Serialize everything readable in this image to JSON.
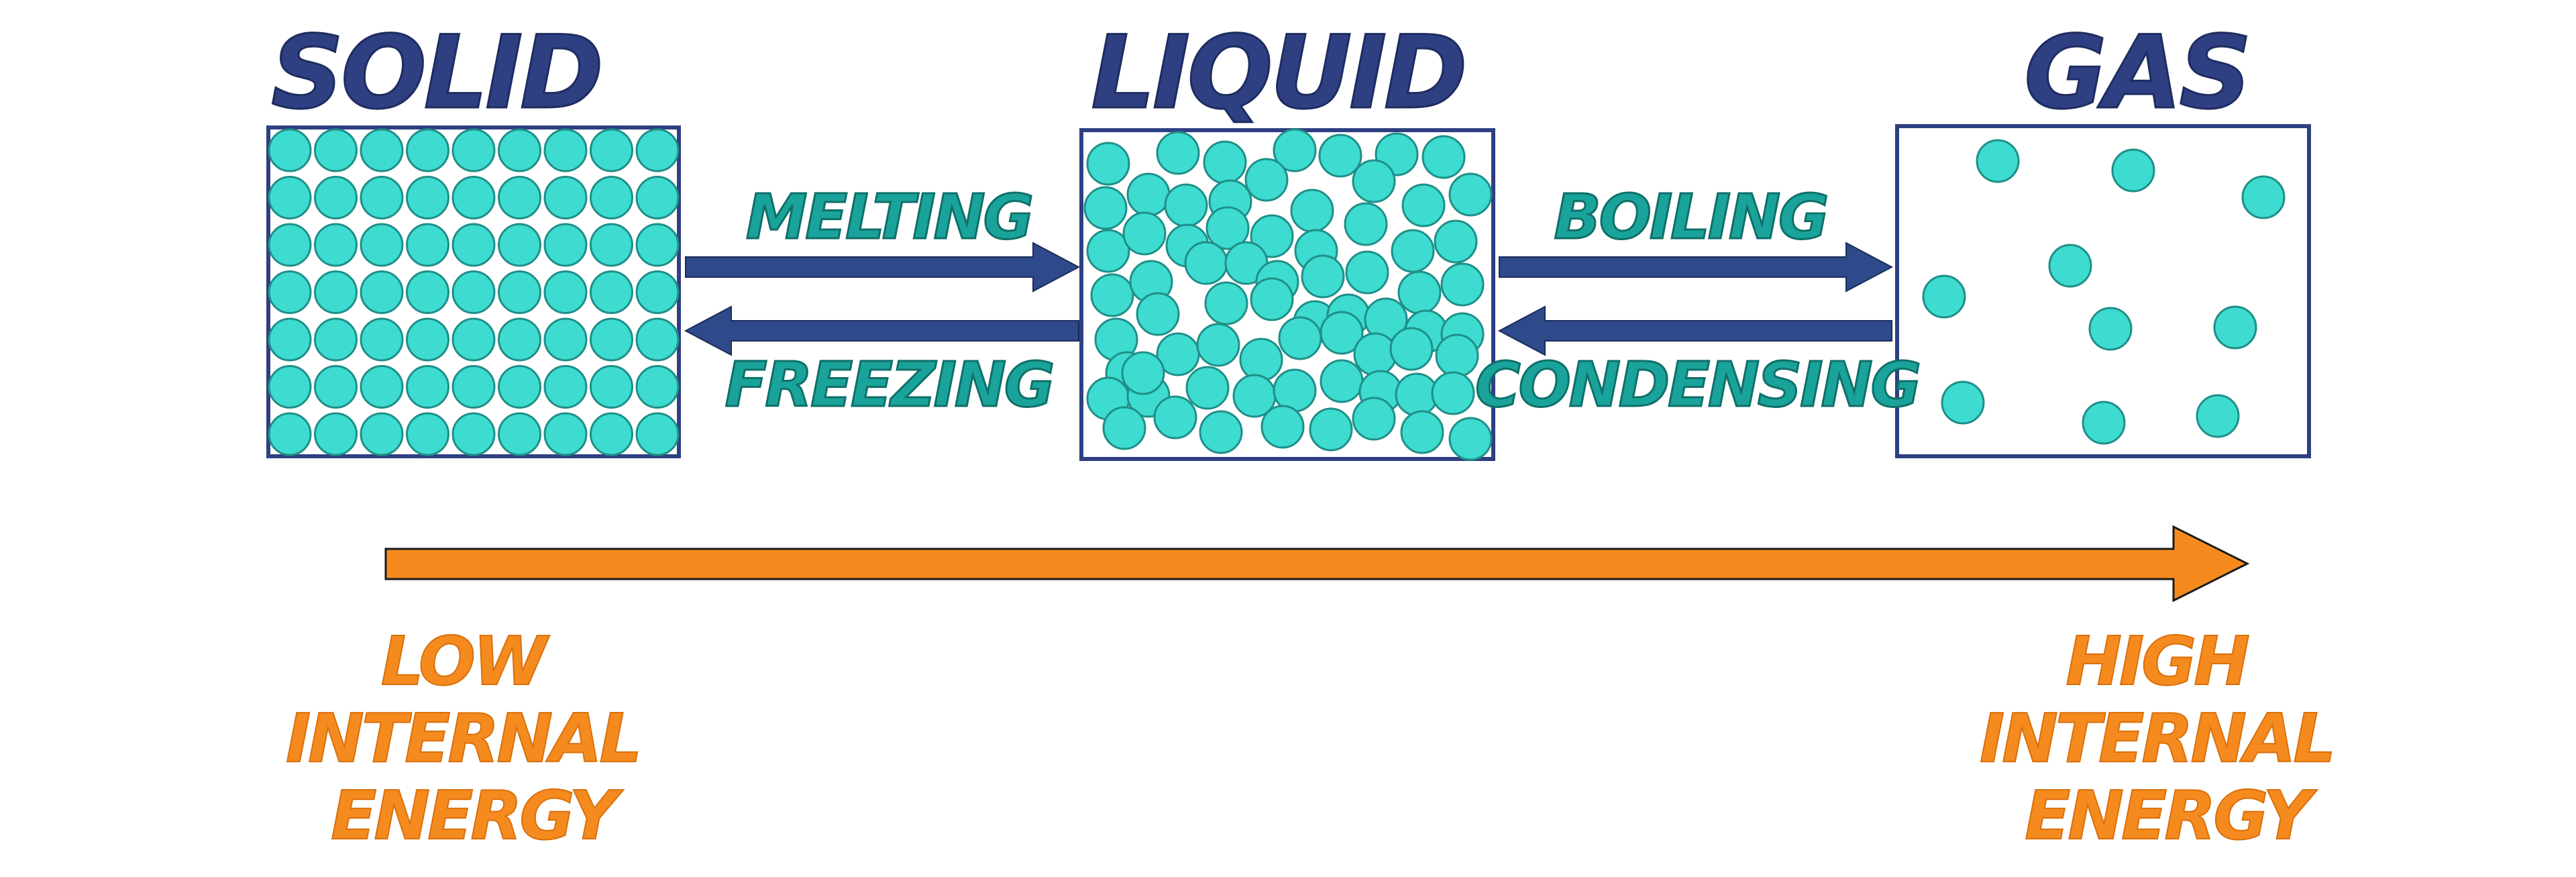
{
  "states": {
    "solid": {
      "title": "SOLID",
      "arrangement": "regular-grid",
      "rows": 7,
      "cols": 9
    },
    "liquid": {
      "title": "LIQUID",
      "arrangement": "close-packed-random"
    },
    "gas": {
      "title": "GAS",
      "arrangement": "widely-spaced"
    }
  },
  "processes": {
    "melting": "MELTING",
    "freezing": "FREEZING",
    "boiling": "BOILING",
    "condensing": "CONDENSING"
  },
  "energy": {
    "low": [
      "LOW",
      "INTERNAL",
      "ENERGY"
    ],
    "high": [
      "HIGH",
      "INTERNAL",
      "ENERGY"
    ]
  },
  "colors": {
    "title": "#2e3f82",
    "process_label": "#1aa39a",
    "particle": "#3ddbd0",
    "box_border": "#2e3f82",
    "transition_arrow": "#2e4a8a",
    "energy": "#f58a1f"
  },
  "icons": {
    "transition_arrow": "arrow-icon",
    "energy_arrow": "arrow-right-icon"
  }
}
